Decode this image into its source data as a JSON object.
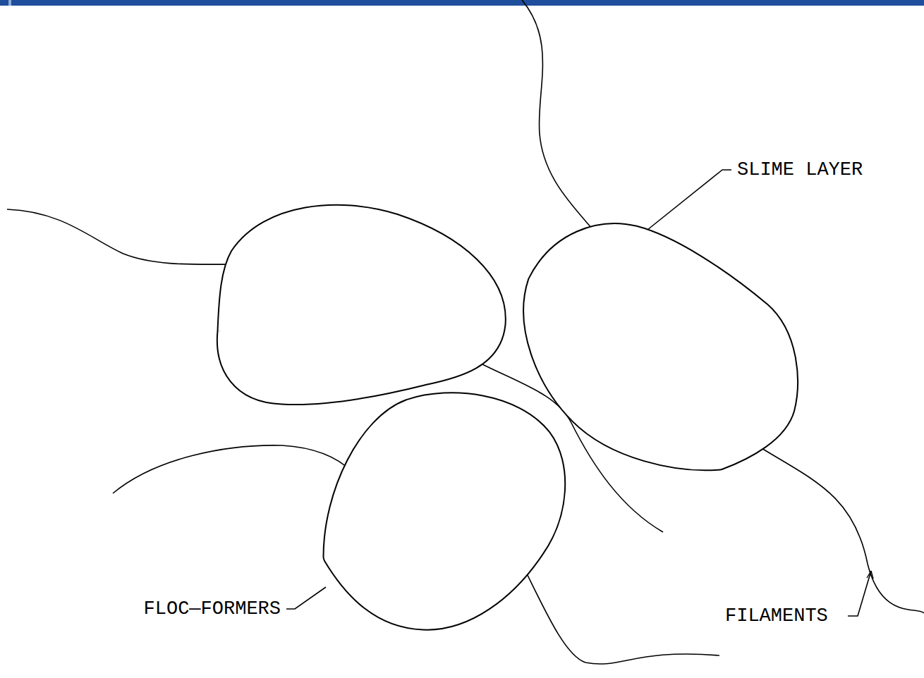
{
  "diagram": {
    "labels": [
      "SLIME LAYER",
      "FLOC—FORMERS",
      "FILAMENTS"
    ]
  }
}
